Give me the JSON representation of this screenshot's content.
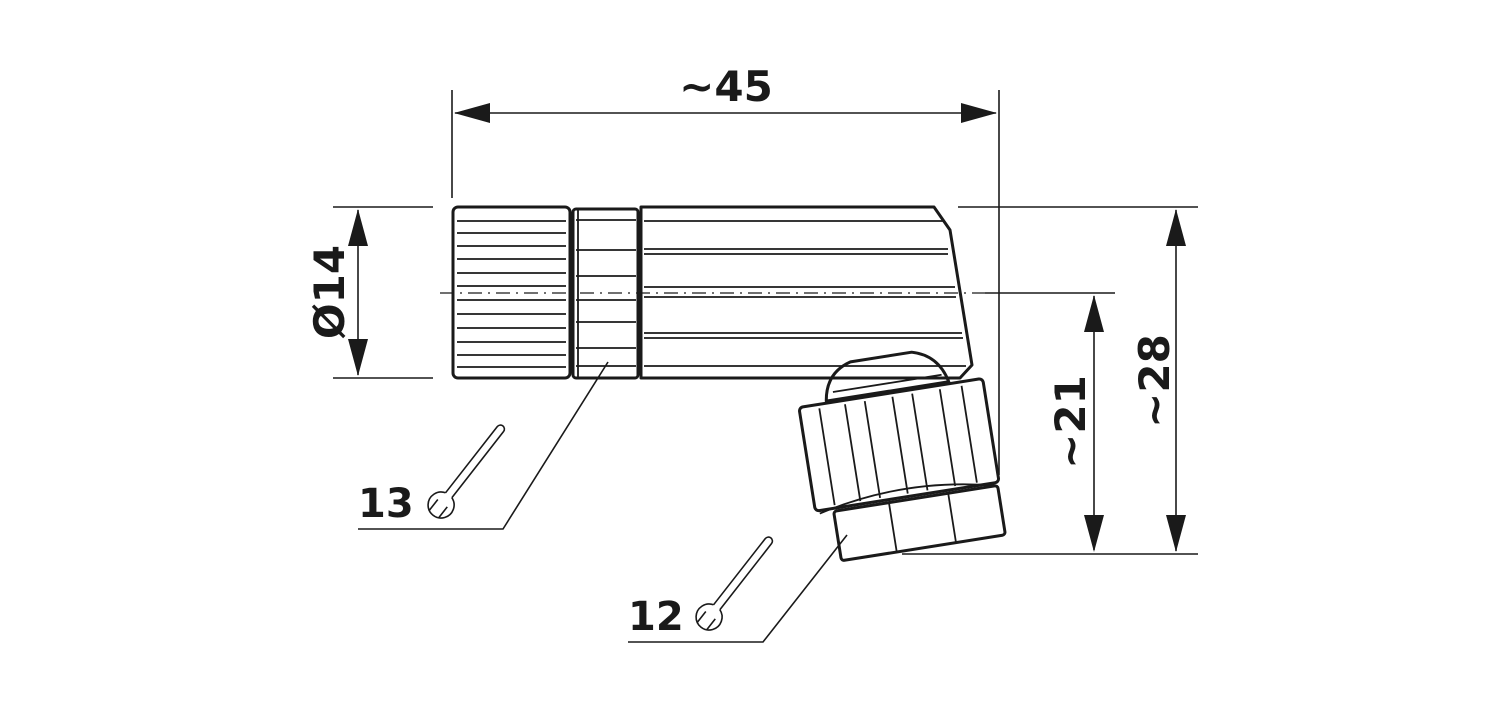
{
  "dimensions": {
    "length": "~45",
    "diameter": "Ø14",
    "height_inner": "~21",
    "height_outer": "~28"
  },
  "callouts": [
    {
      "label": "13",
      "icon": "wrench-icon"
    },
    {
      "label": "12",
      "icon": "wrench-icon"
    }
  ]
}
